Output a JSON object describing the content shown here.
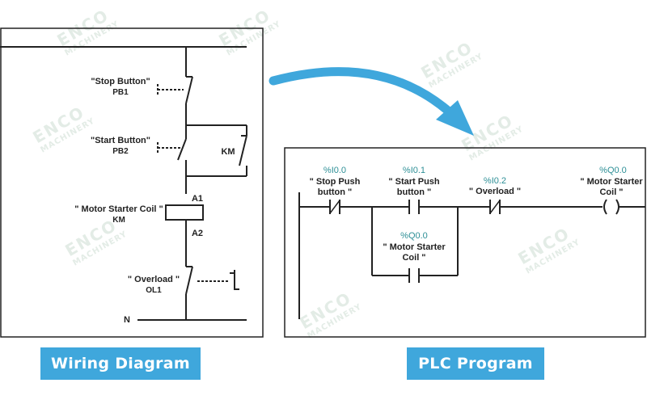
{
  "watermark": {
    "brand": "ENCO",
    "sub": "MACHINERY"
  },
  "wiring": {
    "title": "Wiring Diagram",
    "stop_button": {
      "name": "\"Stop Button\"",
      "id": "PB1"
    },
    "start_button": {
      "name": "\"Start Button\"",
      "id": "PB2"
    },
    "km_contact": "KM",
    "coil": {
      "name": "\" Motor Starter Coil \"",
      "id": "KM",
      "a1": "A1",
      "a2": "A2"
    },
    "overload": {
      "name": "\" Overload \"",
      "id": "OL1"
    },
    "neutral": "N"
  },
  "plc": {
    "title": "PLC Program",
    "stop": {
      "address": "%I0.0",
      "line1": "\" Stop Push",
      "line2": "button \""
    },
    "start": {
      "address": "%I0.1",
      "line1": "\" Start Push",
      "line2": "button \""
    },
    "overload": {
      "address": "%I0.2",
      "line1": "\" Overload \""
    },
    "coil": {
      "address": "%Q0.0",
      "line1": "\" Motor Starter",
      "line2": "Coil \""
    },
    "seal": {
      "address": "%Q0.0",
      "line1": "\" Motor Starter",
      "line2": "Coil \""
    }
  },
  "colors": {
    "accent": "#3fa7dc",
    "address": "#2d8f96",
    "line": "#222222"
  }
}
